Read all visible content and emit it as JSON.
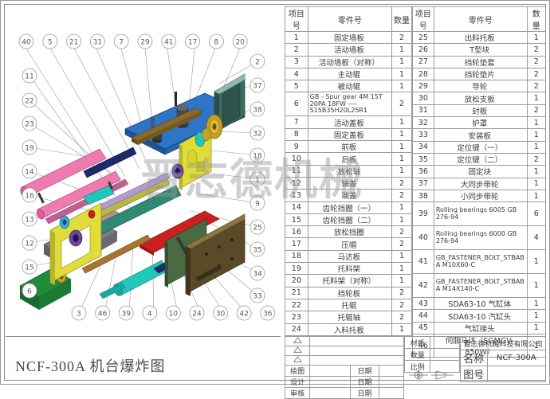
{
  "drawing": {
    "title": "NCF-300A  机台爆炸图",
    "watermark": "晋志德机械",
    "balloons_top": [
      "40",
      "5",
      "21",
      "31",
      "7",
      "29",
      "41",
      "17",
      "8",
      "20"
    ],
    "balloons_left": [
      "11",
      "22",
      "23",
      "19",
      "14",
      "16",
      "13",
      "12",
      "15",
      "6"
    ],
    "balloons_right": [
      "2",
      "37",
      "38",
      "32",
      "18",
      "1",
      "9",
      "25",
      "35",
      "34",
      "33"
    ],
    "balloons_bottom": [
      "3",
      "46",
      "39",
      "4",
      "10",
      "24",
      "30",
      "42",
      "36"
    ]
  },
  "bom": {
    "headers": {
      "item": "项目号",
      "part": "零件号",
      "qty": "数量"
    },
    "left_rows": [
      {
        "item": "1",
        "part": "固定墙板",
        "qty": "2",
        "multi": false
      },
      {
        "item": "2",
        "part": "活动墙板",
        "qty": "1",
        "multi": false
      },
      {
        "item": "3",
        "part": "活动墙板（对称）",
        "qty": "1",
        "multi": false
      },
      {
        "item": "4",
        "part": "主动辊",
        "qty": "1",
        "multi": false
      },
      {
        "item": "5",
        "part": "被动辊",
        "qty": "1",
        "multi": false
      },
      {
        "item": "6",
        "part": "GB - Spur gear 4M 15T 20PA 18FW ---- S15B35H20L25R1",
        "qty": "2",
        "multi": true
      },
      {
        "item": "7",
        "part": "活动盖板",
        "qty": "1",
        "multi": false
      },
      {
        "item": "8",
        "part": "固定盖板",
        "qty": "1",
        "multi": false
      },
      {
        "item": "9",
        "part": "前板",
        "qty": "1",
        "multi": false
      },
      {
        "item": "10",
        "part": "后板",
        "qty": "1",
        "multi": false
      },
      {
        "item": "11",
        "part": "放松轴",
        "qty": "1",
        "multi": false
      },
      {
        "item": "12",
        "part": "轴盖",
        "qty": "2",
        "multi": false
      },
      {
        "item": "13",
        "part": "端盖",
        "qty": "2",
        "multi": false
      },
      {
        "item": "14",
        "part": "齿轮挡圈（一）",
        "qty": "1",
        "multi": false
      },
      {
        "item": "15",
        "part": "齿轮挡圈（二）",
        "qty": "1",
        "multi": false
      },
      {
        "item": "16",
        "part": "放松挡圈",
        "qty": "2",
        "multi": false
      },
      {
        "item": "17",
        "part": "压帽",
        "qty": "2",
        "multi": false
      },
      {
        "item": "18",
        "part": "马达板",
        "qty": "1",
        "multi": false
      },
      {
        "item": "19",
        "part": "托料架",
        "qty": "1",
        "multi": false
      },
      {
        "item": "20",
        "part": "托料架（对称）",
        "qty": "1",
        "multi": false
      },
      {
        "item": "21",
        "part": "挡轮板",
        "qty": "2",
        "multi": false
      },
      {
        "item": "22",
        "part": "托辊",
        "qty": "2",
        "multi": false
      },
      {
        "item": "23",
        "part": "托辊轴",
        "qty": "2",
        "multi": false
      },
      {
        "item": "24",
        "part": "入料托板",
        "qty": "1",
        "multi": false
      }
    ],
    "right_rows": [
      {
        "item": "25",
        "part": "出料托板",
        "qty": "1",
        "multi": false
      },
      {
        "item": "26",
        "part": "T型块",
        "qty": "2",
        "multi": false
      },
      {
        "item": "27",
        "part": "挡轮垫套",
        "qty": "2",
        "multi": false
      },
      {
        "item": "28",
        "part": "挡轮垫片",
        "qty": "2",
        "multi": false
      },
      {
        "item": "29",
        "part": "导轮",
        "qty": "2",
        "multi": false
      },
      {
        "item": "30",
        "part": "放松支板",
        "qty": "1",
        "multi": false
      },
      {
        "item": "31",
        "part": "封板",
        "qty": "2",
        "multi": false
      },
      {
        "item": "32",
        "part": "护罩",
        "qty": "1",
        "multi": false
      },
      {
        "item": "33",
        "part": "安装板",
        "qty": "1",
        "multi": false
      },
      {
        "item": "34",
        "part": "定位键（一）",
        "qty": "1",
        "multi": false
      },
      {
        "item": "35",
        "part": "定位键（二）",
        "qty": "2",
        "multi": false
      },
      {
        "item": "36",
        "part": "固定块",
        "qty": "1",
        "multi": false
      },
      {
        "item": "37",
        "part": "大同步带轮",
        "qty": "1",
        "multi": false
      },
      {
        "item": "38",
        "part": "小同步带轮",
        "qty": "1",
        "multi": false
      },
      {
        "item": "39",
        "part": "Rolling bearings 6005 GB 276-94",
        "qty": "6",
        "multi": true
      },
      {
        "item": "40",
        "part": "Rolling bearings 6000 GB 276-94",
        "qty": "4",
        "multi": true
      },
      {
        "item": "41",
        "part": "GB_FASTENER_BOLT_STBAB A M10X60-C",
        "qty": "1",
        "multi": true
      },
      {
        "item": "42",
        "part": "GB_FASTENER_BOLT_STBAB A M14X140-C",
        "qty": "1",
        "multi": true
      },
      {
        "item": "43",
        "part": "SDA63-10 气缸体",
        "qty": "1",
        "multi": false
      },
      {
        "item": "44",
        "part": "SDA63-10 汽缸头",
        "qty": "1",
        "multi": false
      },
      {
        "item": "45",
        "part": "气缸接头",
        "qty": "1",
        "multi": false
      },
      {
        "item": "46",
        "part": "伺服马达（SGMGV-850W）",
        "qty": "1",
        "multi": false
      }
    ]
  },
  "title_block": {
    "rev_rows": [
      {
        "mark": "",
        "desc": "",
        "label": "",
        "value": ""
      },
      {
        "mark": "",
        "desc": "",
        "label": "",
        "value": ""
      },
      {
        "mark": "",
        "desc": "",
        "label": "",
        "value": ""
      }
    ],
    "sign_rows": [
      {
        "role": "绘图",
        "name": "",
        "date_label": "日期",
        "date": ""
      },
      {
        "role": "设计",
        "name": "",
        "date_label": "日期",
        "date": ""
      },
      {
        "role": "审核",
        "name": "",
        "date_label": "日期",
        "date": ""
      }
    ],
    "spec_rows": [
      {
        "label": "材质",
        "value": ""
      },
      {
        "label": "数量",
        "value": ""
      },
      {
        "label": "比例",
        "value": ""
      }
    ],
    "company": "晋志德机械科技有限公司",
    "name_label": "名称",
    "name_value": "NCF-300A",
    "code_label": "图号",
    "code_value": ""
  },
  "colors": {
    "line": "#8a8a8a",
    "text": "#3a3a3a",
    "blue_plate": "#2e75c8",
    "pink_roller": "#ef7ab0",
    "yellow_plate": "#e0dc3a",
    "green_body": "#1f8a3c",
    "red_plate": "#cc1f1f",
    "teal": "#2fbfae",
    "navy": "#1d2a6b",
    "brown": "#8a6a2a",
    "gray_block": "#7a7a82",
    "olive": "#7a8a4a",
    "cyan": "#22c7bb",
    "gold": "#c8a21e",
    "dark_green": "#3d5c3a"
  }
}
